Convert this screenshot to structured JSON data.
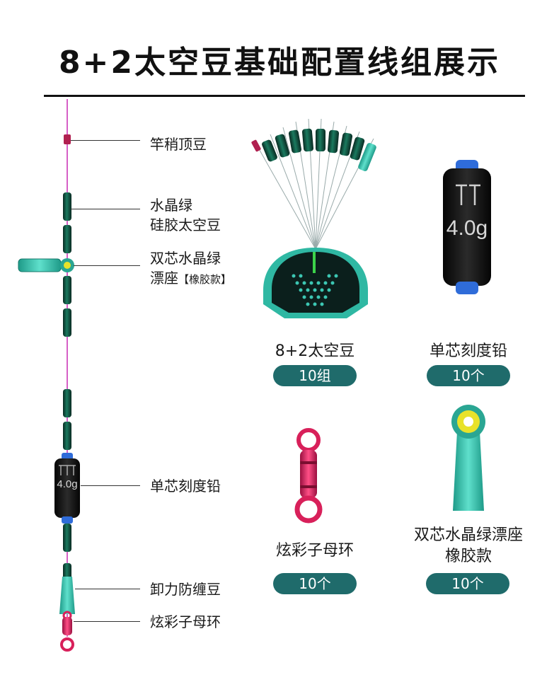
{
  "title": "8+2太空豆基础配置线组展示",
  "rig_labels": {
    "top_bead": "竿稍顶豆",
    "crystal_line1": "水晶绿",
    "crystal_line2": "硅胶太空豆",
    "float_seat_line1": "双芯水晶绿",
    "float_seat_line2": "漂座",
    "float_seat_note": "【橡胶款】",
    "sinker": "单芯刻度铅",
    "anti_tangle": "卸力防缠豆",
    "swivel": "炫彩子母环"
  },
  "products": [
    {
      "name": "8+2太空豆",
      "qty": "10组"
    },
    {
      "name": "单芯刻度铅",
      "qty": "10个"
    },
    {
      "name": "炫彩子母环",
      "qty": "10个"
    },
    {
      "name_line1": "双芯水晶绿漂座",
      "name_line2": "橡胶款",
      "qty": "10个"
    }
  ],
  "sinker_weight": "4.0g",
  "colors": {
    "line": "#d65fc6",
    "bead_green": "#0f5e4a",
    "bead_dark": "#0a2a22",
    "teal": "#3cc7b3",
    "pill": "#1f6b6b",
    "swivel_red": "#d8205a",
    "sinker_blue": "#2f6cd9"
  }
}
